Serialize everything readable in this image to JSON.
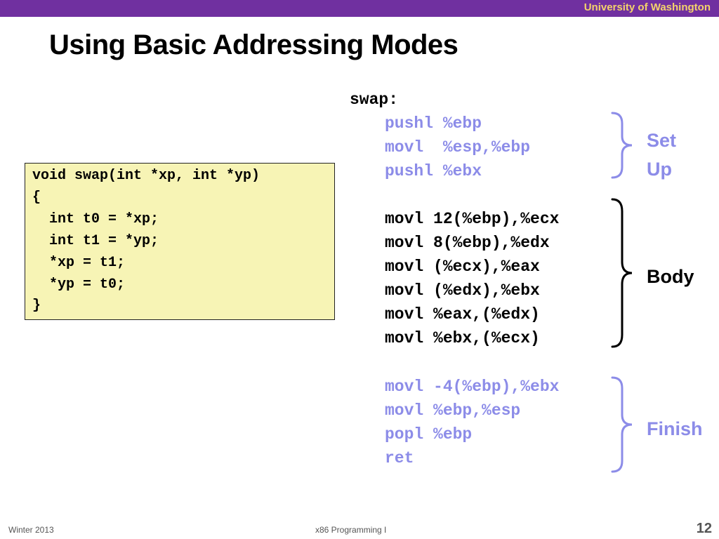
{
  "header": {
    "institution": "University of Washington"
  },
  "slide": {
    "title": "Using Basic Addressing Modes"
  },
  "c_code": {
    "lines": [
      "void swap(int *xp, int *yp)",
      "{",
      "  int t0 = *xp;",
      "  int t1 = *yp;",
      "  *xp = t1;",
      "  *yp = t0;",
      "}"
    ]
  },
  "assembly": {
    "label": "swap:",
    "setup": [
      "pushl %ebp",
      "movl  %esp,%ebp",
      "pushl %ebx"
    ],
    "body": [
      "movl 12(%ebp),%ecx",
      "movl 8(%ebp),%edx",
      "movl (%ecx),%eax",
      "movl (%edx),%ebx",
      "movl %eax,(%edx)",
      "movl %ebx,(%ecx)"
    ],
    "finish": [
      "movl -4(%ebp),%ebx",
      "movl %ebp,%esp",
      "popl %ebp",
      "ret"
    ]
  },
  "sections": {
    "setup_label_1": "Set",
    "setup_label_2": "Up",
    "body_label": "Body",
    "finish_label": "Finish"
  },
  "colors": {
    "header_bar": "#7030a0",
    "header_text": "#f3d36b",
    "highlight_purple": "#8c8ce8",
    "code_box_bg": "#f7f4b5"
  },
  "footer": {
    "left": "Winter 2013",
    "center": "x86 Programming I",
    "page_number": "12"
  }
}
